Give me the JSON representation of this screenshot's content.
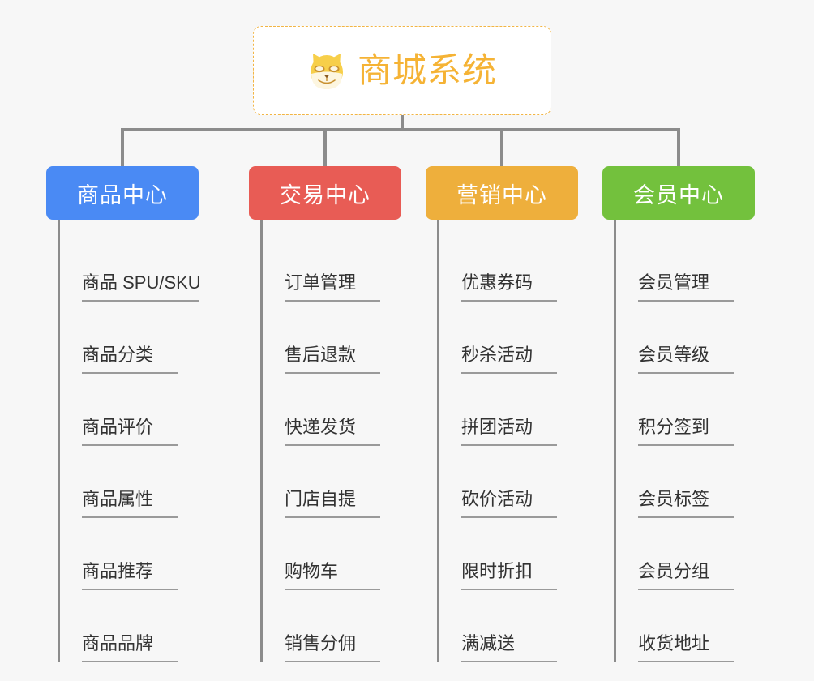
{
  "root": {
    "title": "商城系统",
    "icon": "shiba-dog-icon",
    "border_color": "#f2b544",
    "text_color": "#f5b335"
  },
  "connector_color": "#8c8c8c",
  "background_color": "#f7f7f7",
  "columns": [
    {
      "id": "product-center",
      "title": "商品中心",
      "color": "#4a8af4",
      "items": [
        "商品 SPU/SKU",
        "商品分类",
        "商品评价",
        "商品属性",
        "商品推荐",
        "商品品牌"
      ]
    },
    {
      "id": "trade-center",
      "title": "交易中心",
      "color": "#e85c55",
      "items": [
        "订单管理",
        "售后退款",
        "快递发货",
        "门店自提",
        "购物车",
        "销售分佣"
      ]
    },
    {
      "id": "marketing-center",
      "title": "营销中心",
      "color": "#eeaf3c",
      "items": [
        "优惠券码",
        "秒杀活动",
        "拼团活动",
        "砍价活动",
        "限时折扣",
        "满减送"
      ]
    },
    {
      "id": "member-center",
      "title": "会员中心",
      "color": "#73c13d",
      "items": [
        "会员管理",
        "会员等级",
        "积分签到",
        "会员标签",
        "会员分组",
        "收货地址"
      ]
    }
  ]
}
